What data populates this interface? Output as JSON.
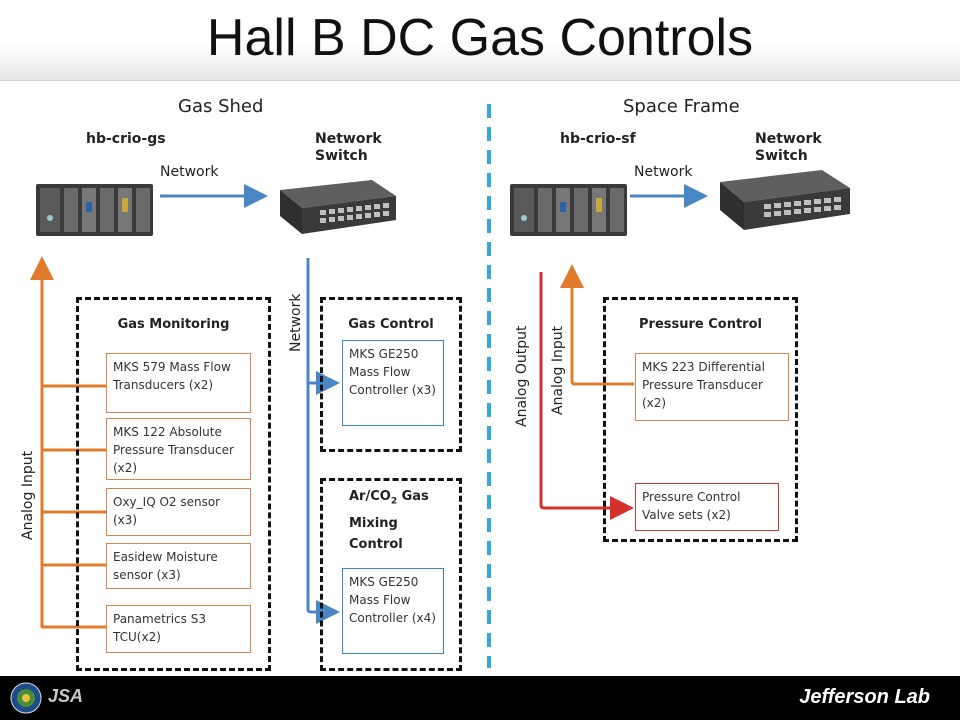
{
  "title": "Hall B DC Gas Controls",
  "sections": {
    "left": "Gas Shed",
    "right": "Space Frame"
  },
  "devices": {
    "left_crio": "hb-crio-gs",
    "left_switch": "Network\nSwitch",
    "right_crio": "hb-crio-sf",
    "right_switch": "Network\nSwitch"
  },
  "link_labels": {
    "network_left": "Network",
    "network_right": "Network",
    "network_vertical": "Network",
    "analog_input_left": "Analog Input",
    "analog_output_right": "Analog Output",
    "analog_input_right": "Analog Input"
  },
  "groups": {
    "gas_monitoring": {
      "title": "Gas Monitoring",
      "items": [
        "MKS 579 Mass Flow Transducers (x2)",
        "MKS 122 Absolute Pressure Transducer (x2)",
        "Oxy_IQ O2 sensor (x3)",
        "Easidew Moisture sensor (x3)",
        "Panametrics S3 TCU(x2)"
      ]
    },
    "gas_control": {
      "title": "Gas Control",
      "item": "MKS GE250 Mass Flow Controller (x3)"
    },
    "mixing": {
      "title_prefix": "Ar/CO",
      "title_sub": "2",
      "title_suffix": " Gas Mixing Control",
      "item": "MKS GE250 Mass Flow Controller (x4)"
    },
    "pressure_control": {
      "title": "Pressure Control",
      "items": [
        "MKS 223 Differential Pressure Transducer (x2)",
        "Pressure Control Valve sets (x2)"
      ]
    }
  },
  "footer": {
    "brand": "Jefferson Lab",
    "org": "JSA"
  },
  "colors": {
    "network": "#4a86c5",
    "analog_input": "#e07b2e",
    "analog_output": "#d6302c",
    "divider": "#31a8df"
  },
  "icons": [
    "crio-chassis-icon",
    "network-switch-icon",
    "doe-seal-icon",
    "jsa-logo-icon"
  ]
}
